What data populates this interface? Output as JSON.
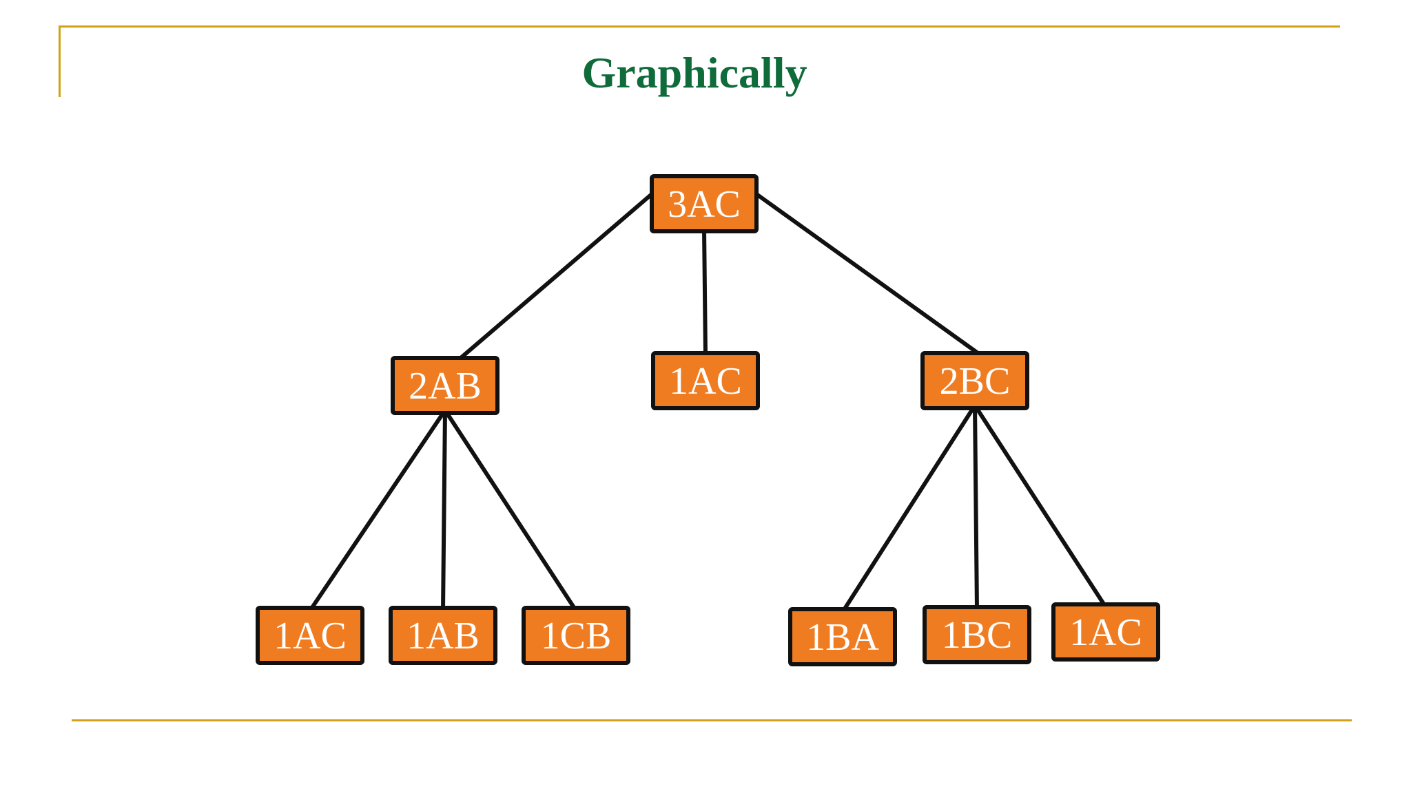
{
  "title": "Graphically",
  "colors": {
    "accent_rule": "#d4a017",
    "title": "#0f6b3a",
    "node_fill": "#f07c22",
    "node_border": "#111111",
    "node_text": "#ffffff",
    "edge": "#111111"
  },
  "tree": {
    "nodes": [
      {
        "id": "root",
        "label": "3AC"
      },
      {
        "id": "l",
        "label": "2AB"
      },
      {
        "id": "m",
        "label": "1AC"
      },
      {
        "id": "r",
        "label": "2BC"
      },
      {
        "id": "l1",
        "label": "1AC"
      },
      {
        "id": "l2",
        "label": "1AB"
      },
      {
        "id": "l3",
        "label": "1CB"
      },
      {
        "id": "r1",
        "label": "1BA"
      },
      {
        "id": "r2",
        "label": "1BC"
      },
      {
        "id": "r3",
        "label": "1AC"
      }
    ],
    "edges": [
      [
        "root",
        "l"
      ],
      [
        "root",
        "m"
      ],
      [
        "root",
        "r"
      ],
      [
        "l",
        "l1"
      ],
      [
        "l",
        "l2"
      ],
      [
        "l",
        "l3"
      ],
      [
        "r",
        "r1"
      ],
      [
        "r",
        "r2"
      ],
      [
        "r",
        "r3"
      ]
    ]
  }
}
